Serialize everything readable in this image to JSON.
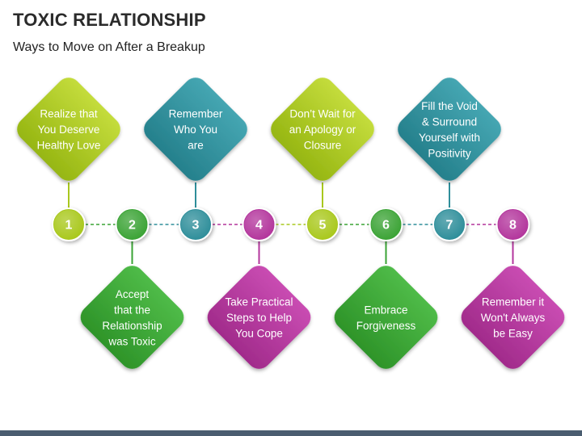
{
  "header": {
    "title": "TOXIC RELATIONSHIP",
    "subtitle": "Ways to Move on After a Breakup"
  },
  "colors": {
    "lime": "#a9c81e",
    "teal": "#2f8e9a",
    "green": "#3aa335",
    "magenta": "#b3359c"
  },
  "steps": [
    {
      "number": "1",
      "lines": [
        "Realize that",
        "You Deserve",
        "Healthy Love"
      ],
      "position": "top",
      "color": "lime"
    },
    {
      "number": "2",
      "lines": [
        "Accept",
        "that the",
        "Relationship",
        "was Toxic"
      ],
      "position": "bottom",
      "color": "green"
    },
    {
      "number": "3",
      "lines": [
        "Remember",
        "Who You",
        "are"
      ],
      "position": "top",
      "color": "teal"
    },
    {
      "number": "4",
      "lines": [
        "Take Practical",
        "Steps to Help",
        "You Cope"
      ],
      "position": "bottom",
      "color": "magenta"
    },
    {
      "number": "5",
      "lines": [
        "Don’t Wait for",
        "an Apology or",
        "Closure"
      ],
      "position": "top",
      "color": "lime"
    },
    {
      "number": "6",
      "lines": [
        "Embrace",
        "Forgiveness"
      ],
      "position": "bottom",
      "color": "green"
    },
    {
      "number": "7",
      "lines": [
        "Fill the Void",
        "& Surround",
        "Yourself with",
        "Positivity"
      ],
      "position": "top",
      "color": "teal"
    },
    {
      "number": "8",
      "lines": [
        "Remember it",
        "Won't Always",
        "be Easy"
      ],
      "position": "bottom",
      "color": "magenta"
    }
  ]
}
